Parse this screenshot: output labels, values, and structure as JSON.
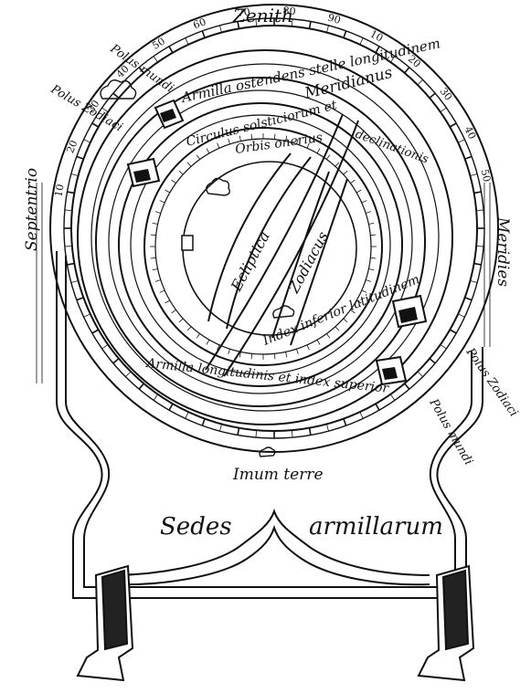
{
  "figure": {
    "labels": {
      "zenith": "Zenith",
      "meridianus": "Meridianus",
      "meridies": "Meridies",
      "septentrio": "Septentrio",
      "polus_mundi_left": "Polus mundi",
      "polus_zodiaci_left": "Polus Zodiaci",
      "polus_zodiaci_right": "Polus Zodiaci",
      "polus_mundi_right": "Polus mundi",
      "armilla_ostendens": "Armilla ostendens stelle longitudinem",
      "circulus_solsticiorum": "Circulus solsticiorum et",
      "declinatio": "declinationis",
      "orbis_onerius": "Orbis onerius",
      "ecliptica": "Ecliptica",
      "zodiacus": "Zodiacus",
      "index_inferior": "Index inferior latitudinem",
      "armilla_longitudinis": "Armilla longitudinis et index superior",
      "imum_terre": "Imum terre",
      "sedes": "Sedes",
      "armillarum": "armillarum"
    },
    "scale_numbers": [
      "10",
      "20",
      "30",
      "40",
      "50",
      "60",
      "70",
      "80",
      "90"
    ]
  }
}
